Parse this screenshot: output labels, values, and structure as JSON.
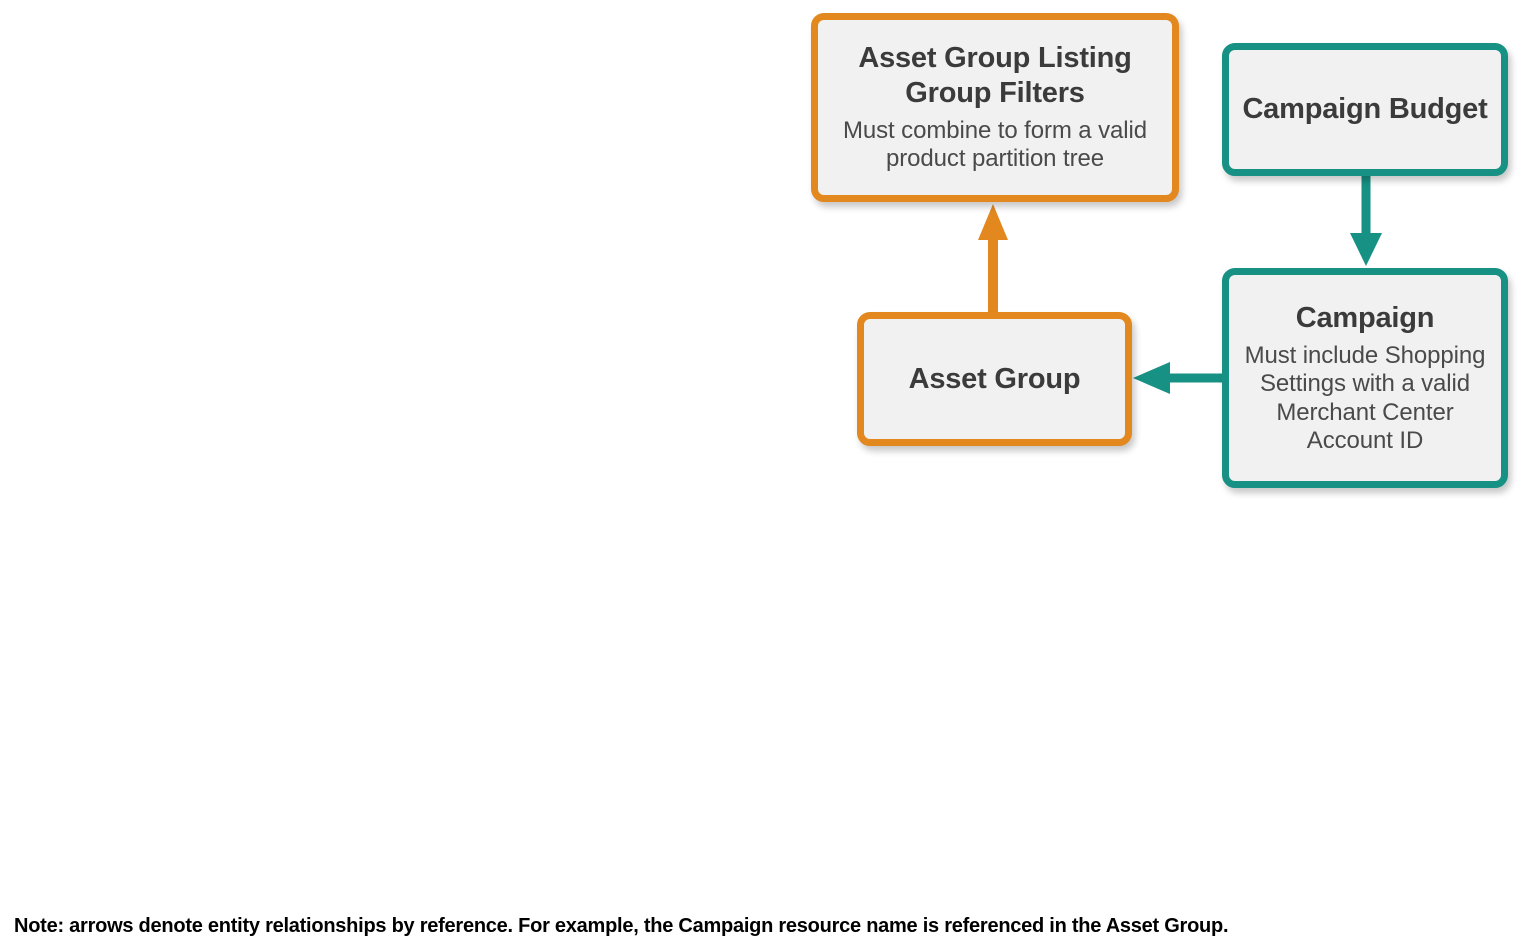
{
  "diagram": {
    "colors": {
      "orange": "#e2881f",
      "teal": "#179183",
      "node_fill": "#f1f1f1",
      "title_text": "#3b3b3b",
      "desc_text": "#4a4a4a",
      "background": "#ffffff",
      "note_text": "#000000"
    },
    "nodes": [
      {
        "id": "asset-group-listing-group-filters",
        "title": "Asset Group Listing Group Filters",
        "description": "Must combine to form a valid product partition tree",
        "color": "orange"
      },
      {
        "id": "campaign-budget",
        "title": "Campaign Budget",
        "description": "",
        "color": "teal"
      },
      {
        "id": "asset-group",
        "title": "Asset Group",
        "description": "",
        "color": "orange"
      },
      {
        "id": "campaign",
        "title": "Campaign",
        "description": "Must include Shopping Settings with a valid Merchant Center Account ID",
        "color": "teal"
      }
    ],
    "edges": [
      {
        "id": "asset-group-to-listing-group-filters",
        "from": "asset-group",
        "to": "asset-group-listing-group-filters",
        "color": "orange",
        "direction": "up"
      },
      {
        "id": "campaign-budget-to-campaign",
        "from": "campaign-budget",
        "to": "campaign",
        "color": "teal",
        "direction": "down"
      },
      {
        "id": "campaign-to-asset-group",
        "from": "campaign",
        "to": "asset-group",
        "color": "teal",
        "direction": "left"
      }
    ],
    "note": "Note: arrows denote entity relationships by reference. For example, the Campaign resource name is referenced in the Asset Group."
  }
}
